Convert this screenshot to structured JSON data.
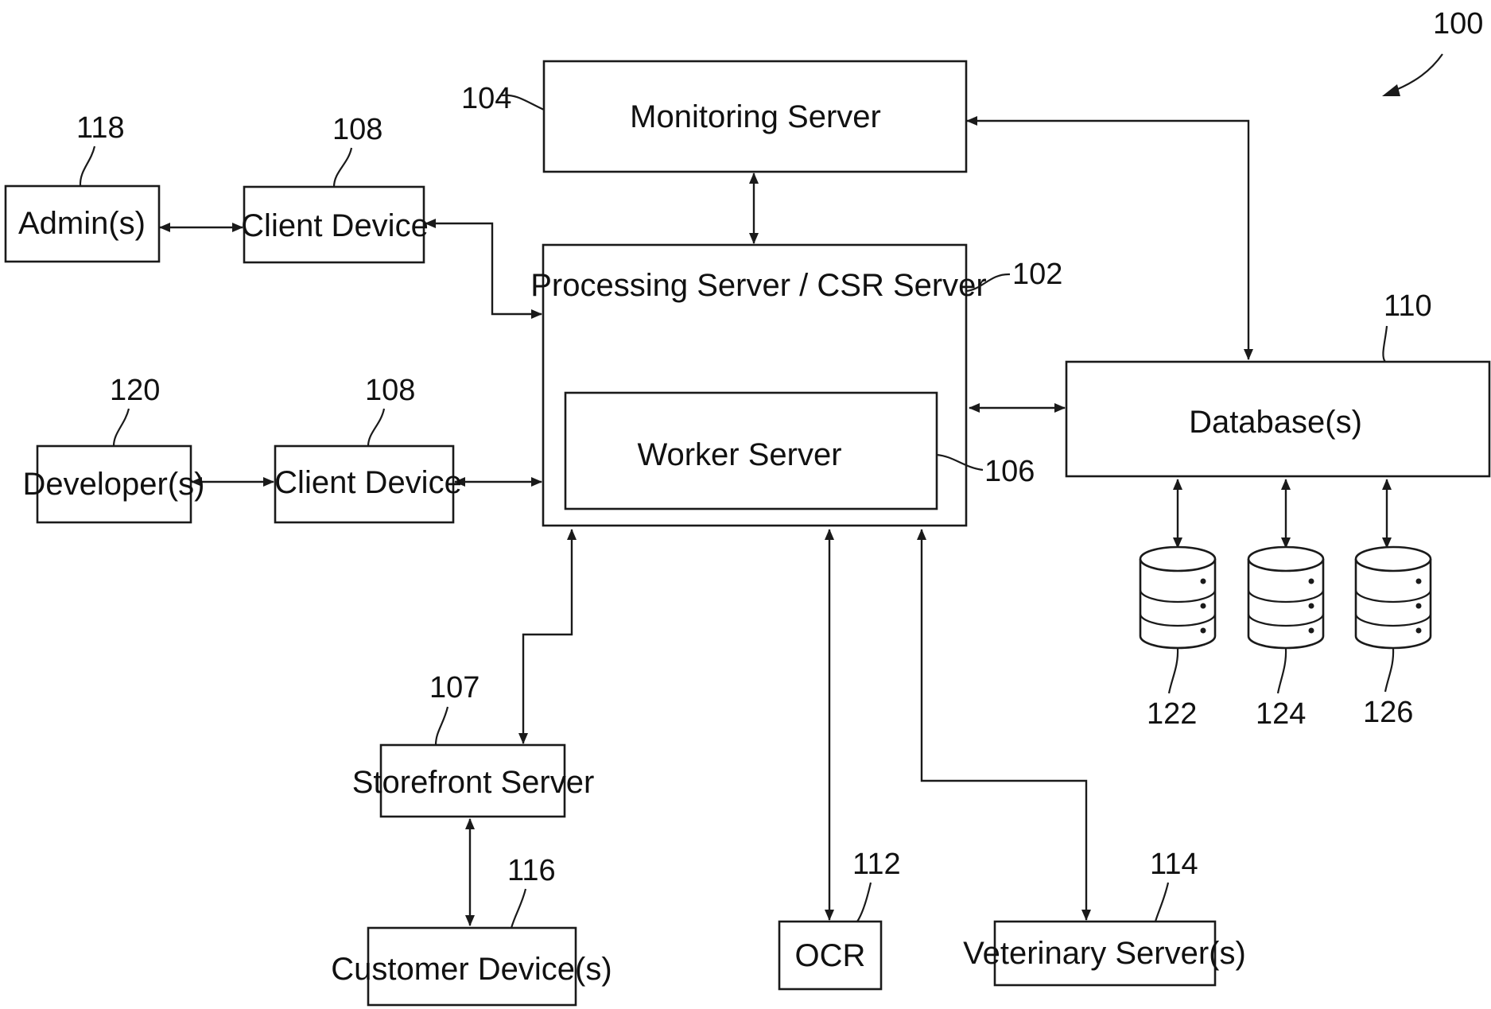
{
  "figure_number": "100",
  "nodes": {
    "monitoring_server": {
      "label": "Monitoring Server",
      "ref": "104"
    },
    "processing_server": {
      "label": "Processing Server / CSR Server",
      "ref": "102"
    },
    "worker_server": {
      "label": "Worker Server",
      "ref": "106"
    },
    "database": {
      "label": "Database(s)",
      "ref": "110"
    },
    "admins": {
      "label": "Admin(s)",
      "ref": "118"
    },
    "client_device_admin": {
      "label": "Client Device",
      "ref": "108"
    },
    "developers": {
      "label": "Developer(s)",
      "ref": "120"
    },
    "client_device_dev": {
      "label": "Client Device",
      "ref": "108"
    },
    "storefront_server": {
      "label": "Storefront Server",
      "ref": "107"
    },
    "customer_devices": {
      "label": "Customer Device(s)",
      "ref": "116"
    },
    "ocr": {
      "label": "OCR",
      "ref": "112"
    },
    "veterinary_servers": {
      "label": "Veterinary Server(s)",
      "ref": "114"
    },
    "db_122": {
      "ref": "122"
    },
    "db_124": {
      "ref": "124"
    },
    "db_126": {
      "ref": "126"
    }
  },
  "connections": [
    {
      "from": "monitoring_server",
      "to": "processing_server",
      "arrows": "both"
    },
    {
      "from": "monitoring_server",
      "to": "database",
      "arrows": "both"
    },
    {
      "from": "admins",
      "to": "client_device_admin",
      "arrows": "both"
    },
    {
      "from": "client_device_admin",
      "to": "processing_server",
      "arrows": "both"
    },
    {
      "from": "developers",
      "to": "client_device_dev",
      "arrows": "both"
    },
    {
      "from": "client_device_dev",
      "to": "processing_server",
      "arrows": "both"
    },
    {
      "from": "processing_server",
      "to": "database",
      "arrows": "both"
    },
    {
      "from": "processing_server",
      "to": "storefront_server",
      "arrows": "both"
    },
    {
      "from": "storefront_server",
      "to": "customer_devices",
      "arrows": "both"
    },
    {
      "from": "processing_server",
      "to": "ocr",
      "arrows": "both"
    },
    {
      "from": "processing_server",
      "to": "veterinary_servers",
      "arrows": "both"
    },
    {
      "from": "database",
      "to": "db_122",
      "arrows": "both"
    },
    {
      "from": "database",
      "to": "db_124",
      "arrows": "both"
    },
    {
      "from": "database",
      "to": "db_126",
      "arrows": "both"
    }
  ]
}
